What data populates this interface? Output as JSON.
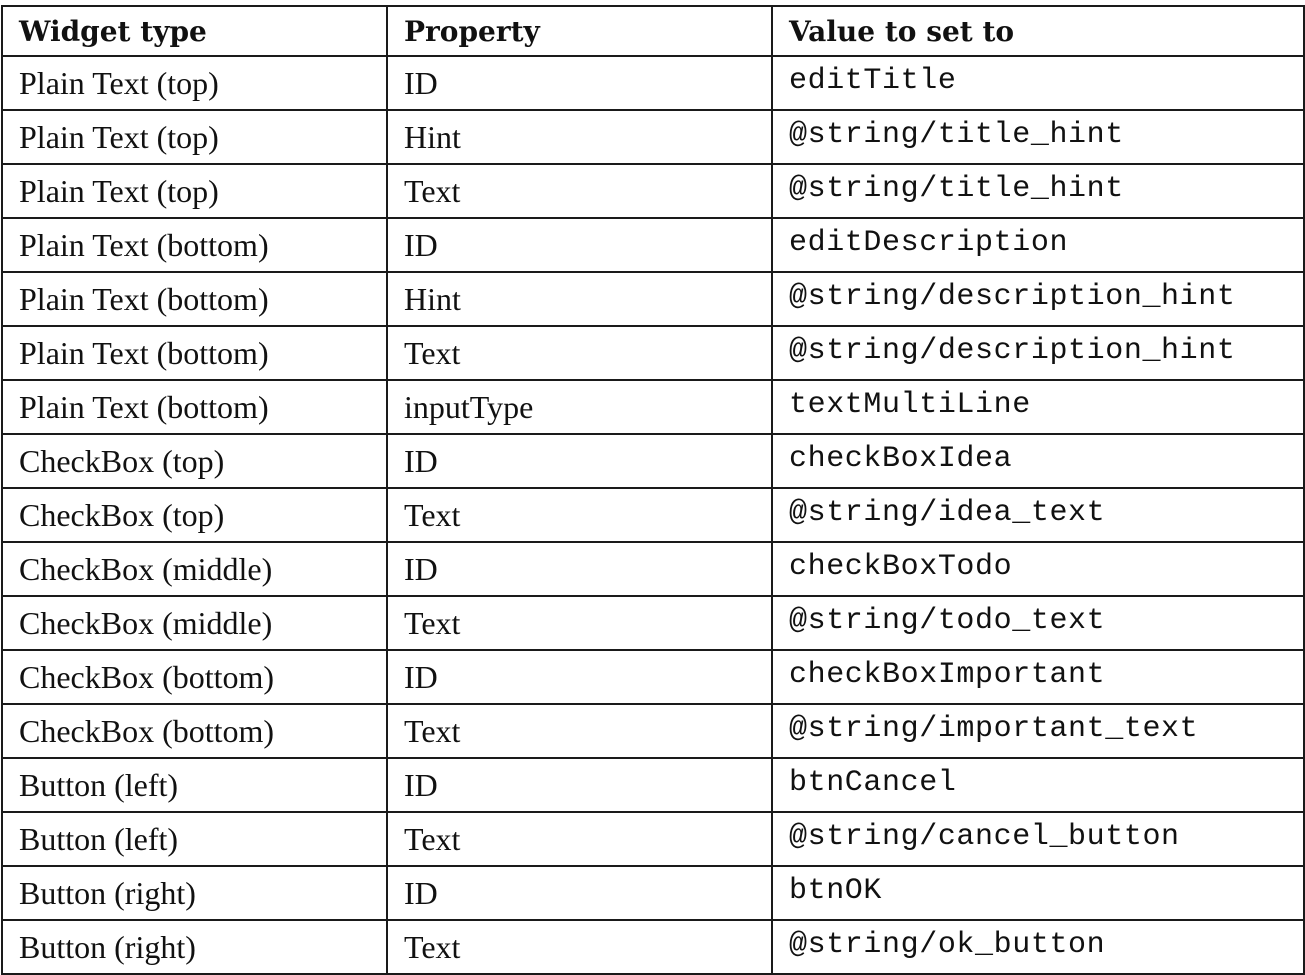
{
  "table": {
    "headers": [
      "Widget type",
      "Property",
      "Value to set to"
    ],
    "rows": [
      [
        "Plain Text (top)",
        "ID",
        "editTitle"
      ],
      [
        "Plain Text (top)",
        "Hint",
        "@string/title_hint"
      ],
      [
        "Plain Text (top)",
        "Text",
        "@string/title_hint"
      ],
      [
        "Plain Text (bottom)",
        "ID",
        "editDescription"
      ],
      [
        "Plain Text (bottom)",
        "Hint",
        "@string/description_hint"
      ],
      [
        "Plain Text (bottom)",
        "Text",
        "@string/description_hint"
      ],
      [
        "Plain Text (bottom)",
        "inputType",
        "textMultiLine"
      ],
      [
        "CheckBox (top)",
        "ID",
        "checkBoxIdea"
      ],
      [
        "CheckBox (top)",
        "Text",
        "@string/idea_text"
      ],
      [
        "CheckBox (middle)",
        "ID",
        "checkBoxTodo"
      ],
      [
        "CheckBox (middle)",
        "Text",
        "@string/todo_text"
      ],
      [
        "CheckBox (bottom)",
        "ID",
        "checkBoxImportant"
      ],
      [
        "CheckBox (bottom)",
        "Text",
        "@string/important_text"
      ],
      [
        "Button (left)",
        "ID",
        "btnCancel"
      ],
      [
        "Button (left)",
        "Text",
        "@string/cancel_button"
      ],
      [
        "Button (right)",
        "ID",
        "btnOK"
      ],
      [
        "Button (right)",
        "Text",
        "@string/ok_button"
      ]
    ]
  }
}
